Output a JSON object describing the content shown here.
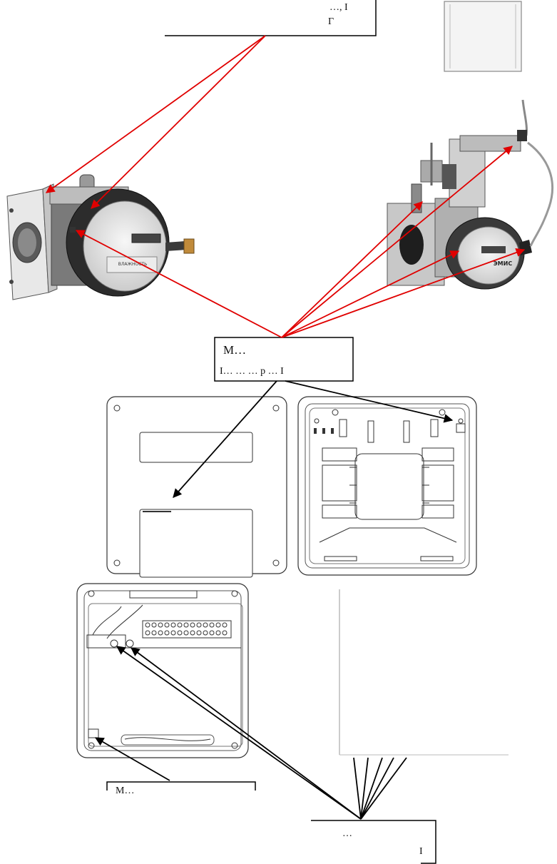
{
  "callouts": {
    "top_box": {
      "line1": "…, I",
      "line2": "Г"
    },
    "middle_box": {
      "line1": "М…",
      "line2": "I… … … р … I"
    },
    "bottom_left_box": {
      "line1": "М…"
    },
    "bottom_right_box": {
      "line1": "…",
      "line2": "I"
    }
  },
  "meter_labels": {
    "left_meter_face": "ВЛАЖНОСТЬ",
    "right_meter_brand": "ЭМИС"
  },
  "colors": {
    "red_arrow": "#e00000",
    "black_arrow": "#000000",
    "outline": "#333333"
  }
}
